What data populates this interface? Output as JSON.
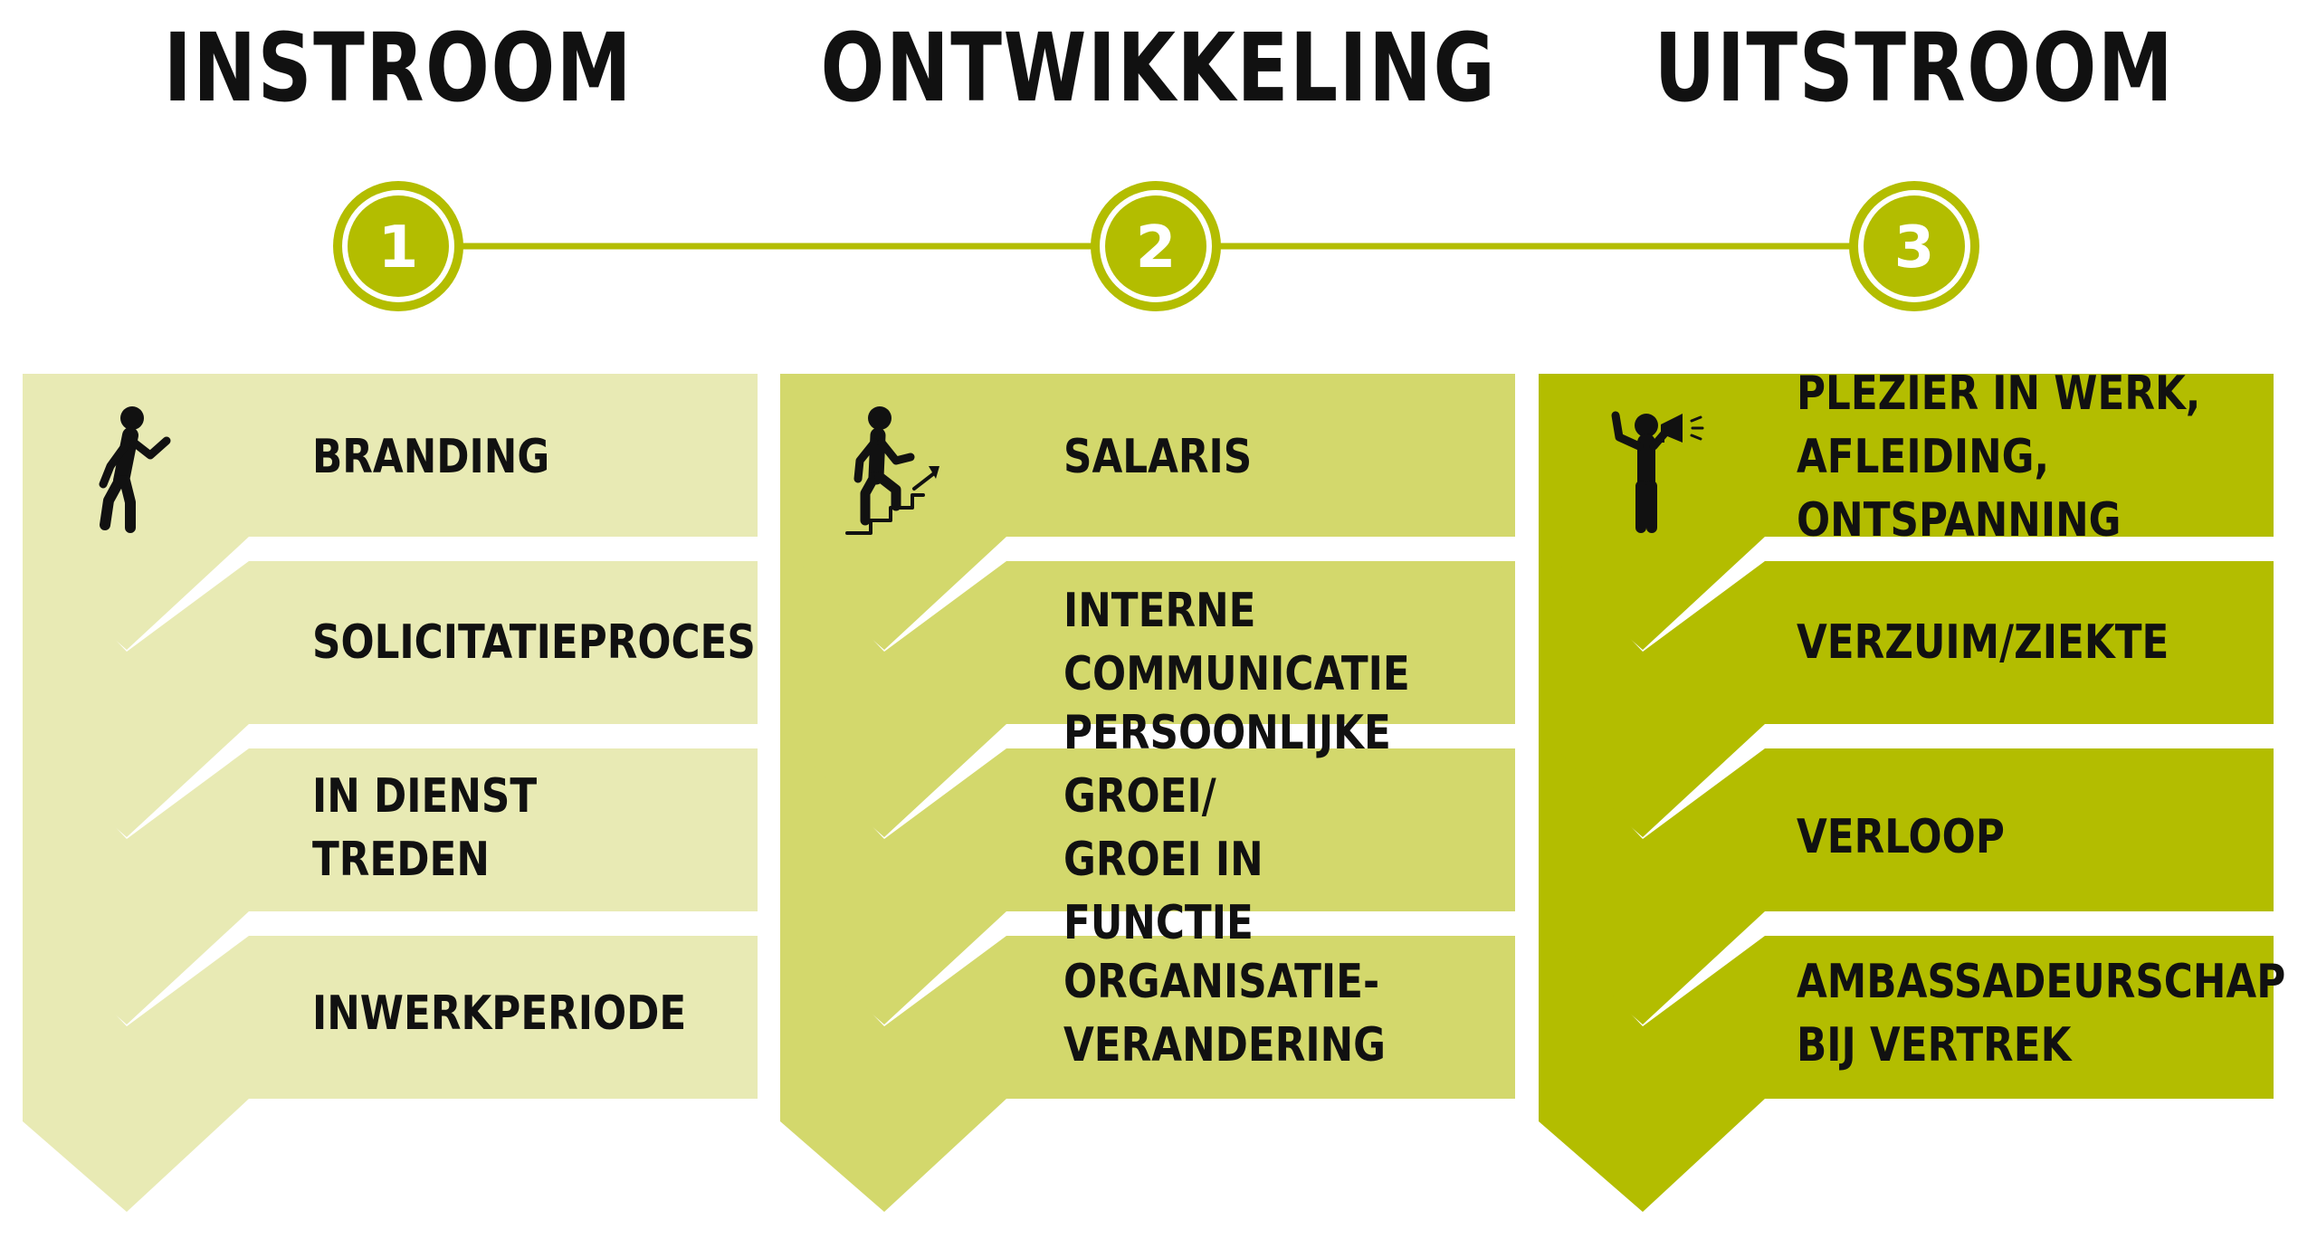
{
  "colors": {
    "accent": "#b3bd00",
    "line": "#b3bd00",
    "column_fills": [
      "#e8eab4",
      "#d3d86c",
      "#b3bd00"
    ]
  },
  "phases": [
    {
      "title": "INSTROOM",
      "number": "1",
      "icon": "walking-person-icon",
      "items": [
        "BRANDING",
        "SOLICITATIEPROCES",
        "IN DIENST TREDEN",
        "INWERKPERIODE"
      ]
    },
    {
      "title": "ONTWIKKELING",
      "number": "2",
      "icon": "person-climbing-stairs-icon",
      "items": [
        "SALARIS",
        "INTERNE\nCOMMUNICATIE",
        "PERSOONLIJKE GROEI/\nGROEI IN FUNCTIE",
        "ORGANISATIE-\nVERANDERING"
      ]
    },
    {
      "title": "UITSTROOM",
      "number": "3",
      "icon": "person-with-megaphone-icon",
      "items": [
        "PLEZIER IN WERK,\nAFLEIDING, ONTSPANNING",
        "VERZUIM/ZIEKTE",
        "VERLOOP",
        "AMBASSADEURSCHAP\nBIJ VERTREK"
      ]
    }
  ]
}
